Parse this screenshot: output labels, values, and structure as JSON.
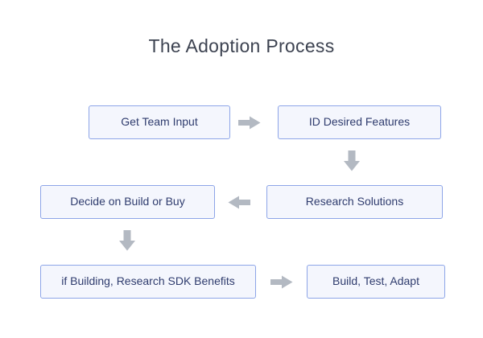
{
  "title": "The Adoption Process",
  "colors": {
    "background": "#ffffff",
    "title_text": "#3d4351",
    "box_fill": "#f4f6fd",
    "box_border": "#8da5e8",
    "box_text": "#2f3c6e",
    "arrow": "#b3b9c2"
  },
  "flowchart": {
    "type": "flowchart",
    "nodes": [
      {
        "id": "get-team-input",
        "label": "Get Team Input"
      },
      {
        "id": "id-desired-features",
        "label": "ID Desired Features"
      },
      {
        "id": "decide-build-or-buy",
        "label": "Decide on Build or Buy"
      },
      {
        "id": "research-solutions",
        "label": "Research Solutions"
      },
      {
        "id": "research-sdk-benefits",
        "label": "if Building, Research SDK Benefits"
      },
      {
        "id": "build-test-adapt",
        "label": "Build, Test, Adapt"
      }
    ],
    "connections": [
      {
        "from": "Get Team Input",
        "to": "ID Desired Features",
        "direction": "right"
      },
      {
        "from": "ID Desired Features",
        "to": "Research Solutions",
        "direction": "down"
      },
      {
        "from": "Research Solutions",
        "to": "Decide on Build or Buy",
        "direction": "left"
      },
      {
        "from": "Decide on Build or Buy",
        "to": "if Building, Research SDK Benefits",
        "direction": "down"
      },
      {
        "from": "if Building, Research SDK Benefits",
        "to": "Build, Test, Adapt",
        "direction": "right"
      }
    ]
  }
}
